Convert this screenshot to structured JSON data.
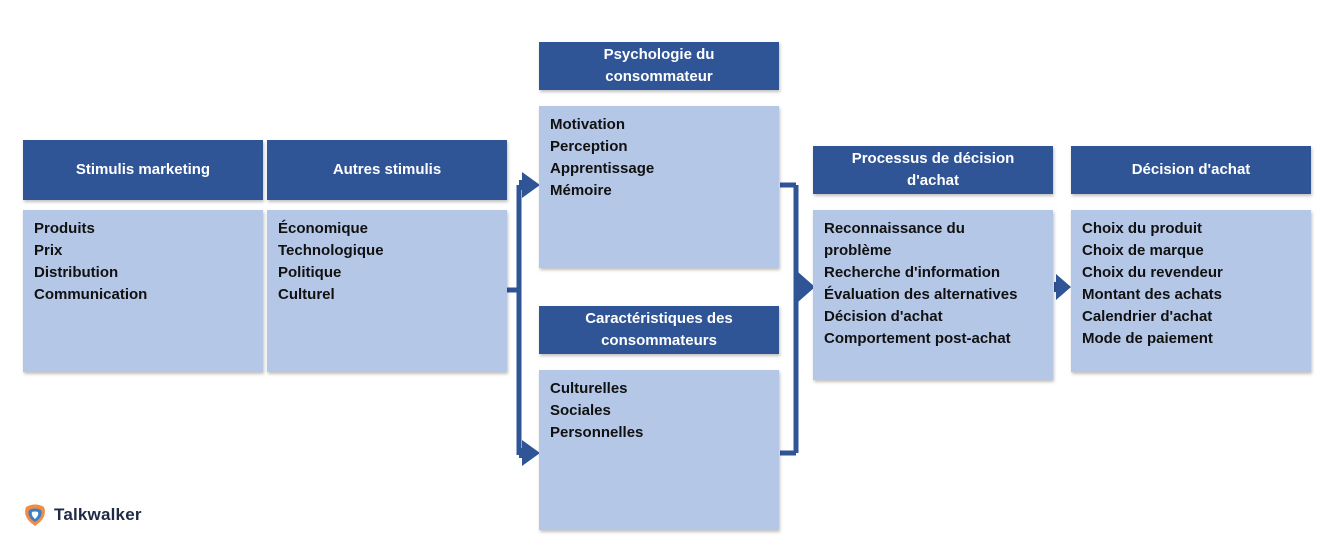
{
  "stimulis_marketing": {
    "title": "Stimulis marketing",
    "items": [
      "Produits",
      "Prix",
      "Distribution",
      "Communication"
    ]
  },
  "autres_stimulis": {
    "title": "Autres stimulis",
    "items": [
      "Économique",
      "Technologique",
      "Politique",
      "Culturel"
    ]
  },
  "psychologie": {
    "title": "Psychologie du consommateur",
    "items": [
      "Motivation",
      "Perception",
      "Apprentissage",
      "Mémoire"
    ]
  },
  "caracteristiques": {
    "title": "Caractéristiques des consommateurs",
    "items": [
      "Culturelles",
      "Sociales",
      "Personnelles"
    ]
  },
  "processus": {
    "title": "Processus de décision d'achat",
    "items": [
      "Reconnaissance du problème",
      "Recherche d'information",
      "Évaluation des alternatives",
      "Décision d'achat",
      "Comportement post-achat"
    ]
  },
  "decision": {
    "title": "Décision d'achat",
    "items": [
      "Choix du produit",
      "Choix de marque",
      "Choix du revendeur",
      "Montant des achats",
      "Calendrier d'achat",
      "Mode de paiement"
    ]
  },
  "logo": {
    "text": "Talkwalker"
  },
  "colors": {
    "header": "#2f5597",
    "body": "#b4c7e7",
    "connector": "#2f5597"
  }
}
